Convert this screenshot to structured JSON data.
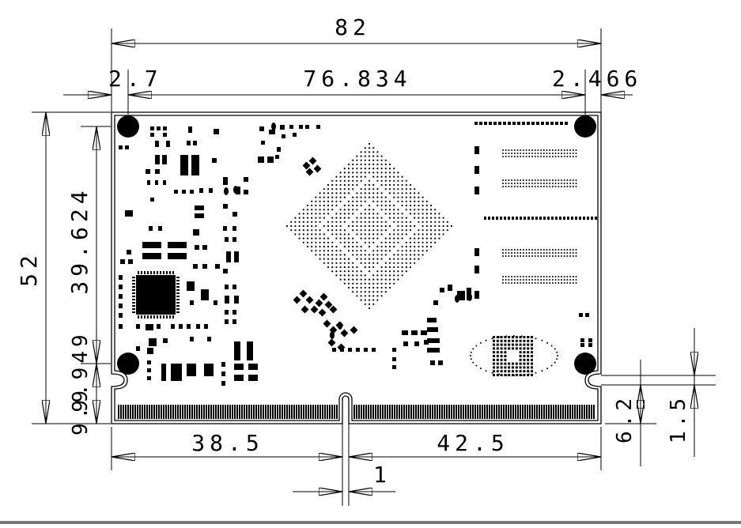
{
  "drawing": {
    "type": "pcb-mechanical-drawing",
    "units": "mm",
    "stroke_color": "#000000",
    "fill_color": "#000000",
    "background_color": "#ffffff"
  },
  "dimensions": {
    "overall_width": "82",
    "left_hole_offset": "2.7",
    "hole_spacing": "76.834",
    "right_hole_offset": "2.466",
    "overall_height": "52",
    "vertical_hole_spacing": "39.624",
    "lower_hole_offset": "9.949",
    "bottom_hole_to_edge": "9.9",
    "left_to_notch": "38.5",
    "notch_to_right": "42.5",
    "notch_width": "1",
    "side_notch_depth": "6.2",
    "side_notch_height": "1.5"
  }
}
